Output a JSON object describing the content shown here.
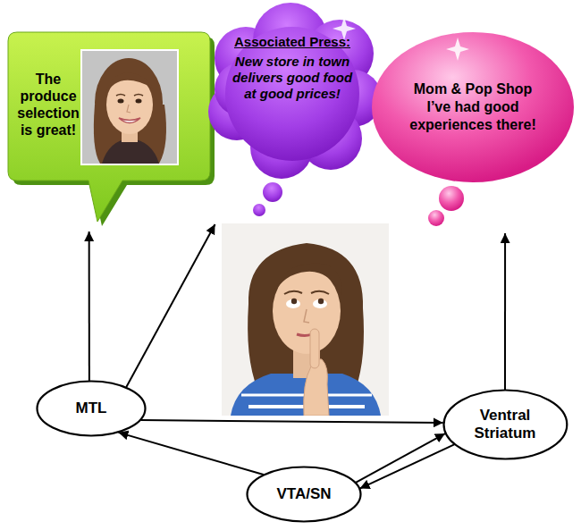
{
  "diagram": {
    "nodes": [
      {
        "text": [
          "The produce selection is great!"
        ]
      },
      {
        "text": [
          "Associated Press:",
          "New store in town delivers good food at good prices!"
        ]
      },
      {
        "text": [
          "Mom & Pop Shop I’ve had good experiences there!"
        ]
      },
      {
        "text": [
          "MTL"
        ]
      },
      {
        "text": [
          "Ventral Striatum"
        ]
      },
      {
        "text": [
          "VTA/SN"
        ]
      }
    ],
    "edges": [
      {
        "from": 3,
        "to": 0,
        "arrow": "to"
      },
      {
        "from": 3,
        "to": 1,
        "arrow": "to"
      },
      {
        "from": 4,
        "to": 2,
        "arrow": "to"
      },
      {
        "from": 3,
        "to": 4,
        "arrow": "to"
      },
      {
        "from": 5,
        "to": 3,
        "arrow": "to"
      },
      {
        "from": 5,
        "to": 4,
        "arrow": "to"
      },
      {
        "from": 4,
        "to": 5,
        "arrow": "to"
      }
    ]
  }
}
